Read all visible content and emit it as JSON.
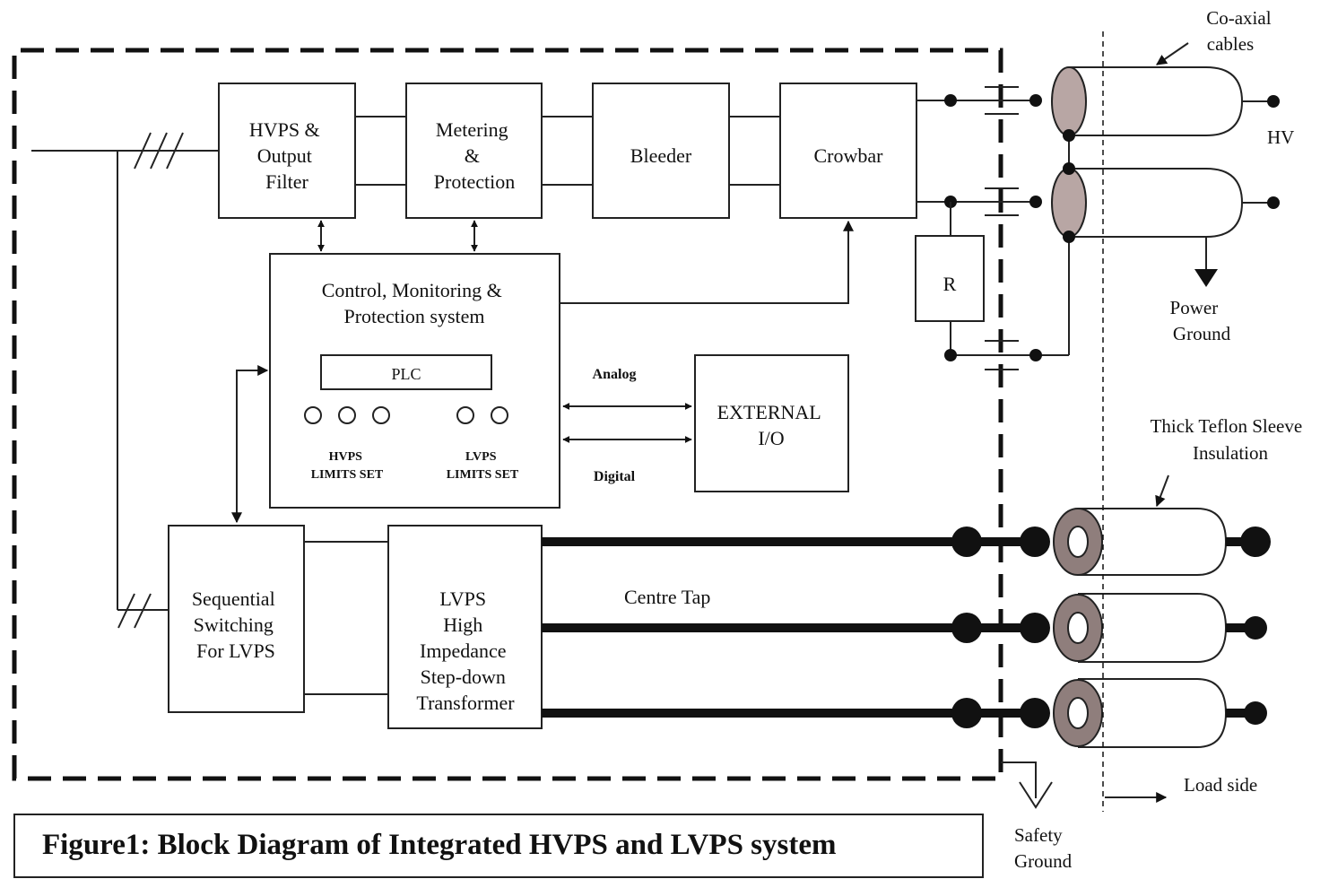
{
  "blocks": {
    "hvps": [
      "HVPS &",
      "Output",
      "Filter"
    ],
    "metering": [
      "Metering",
      "&",
      "Protection"
    ],
    "bleeder": [
      "Bleeder"
    ],
    "crowbar": [
      "Crowbar"
    ],
    "control": [
      "Control, Monitoring &",
      "Protection system"
    ],
    "plc": "PLC",
    "hvps_limits": [
      "HVPS",
      "LIMITS SET"
    ],
    "lvps_limits": [
      "LVPS",
      "LIMITS SET"
    ],
    "external_io": [
      "EXTERNAL",
      "I/O"
    ],
    "resistor": "R",
    "sequential": [
      "Sequential",
      "Switching",
      "For LVPS"
    ],
    "lvps_transformer": [
      "LVPS",
      "High",
      "Impedance",
      "Step-down",
      "Transformer"
    ]
  },
  "labels": {
    "analog": "Analog",
    "digital": "Digital",
    "centre_tap": "Centre Tap",
    "coaxial": [
      "Co-axial",
      "cables"
    ],
    "hv": "HV",
    "power_ground": [
      "Power",
      "Ground"
    ],
    "teflon": [
      "Thick Teflon Sleeve",
      "Insulation"
    ],
    "load_side": "Load side",
    "safety_ground": [
      "Safety",
      "Ground"
    ]
  },
  "caption": "Figure1: Block Diagram of Integrated HVPS and LVPS system",
  "colors": {
    "sleeve_fill": "#8f7e7c",
    "coax_fill": "#b8a6a4",
    "line": "#111111"
  }
}
